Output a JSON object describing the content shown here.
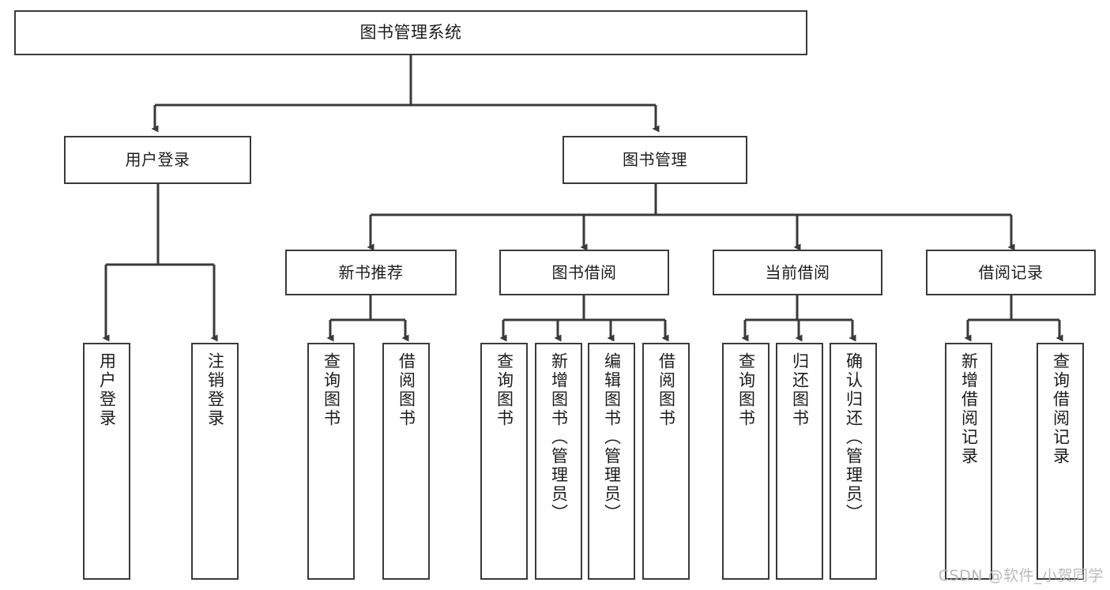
{
  "diagram": {
    "title": "图书管理系统",
    "type": "hierarchy-tree",
    "watermark": "CSDN @软件_小贺同学",
    "colors": {
      "background": "#ffffff",
      "box_border": "#3a3a3a",
      "edge": "#3a3a3a",
      "text": "#1c1c1c",
      "watermark": "#b9b9b9"
    },
    "levels": [
      {
        "level": 0,
        "nodes": [
          {
            "id": "root",
            "label": "图书管理系统"
          }
        ]
      },
      {
        "level": 1,
        "nodes": [
          {
            "id": "login",
            "label": "用户登录",
            "parent": "root"
          },
          {
            "id": "bookmgmt",
            "label": "图书管理",
            "parent": "root"
          }
        ]
      },
      {
        "level": 2,
        "nodes": [
          {
            "id": "newbook",
            "label": "新书推荐",
            "parent": "bookmgmt"
          },
          {
            "id": "borrow",
            "label": "图书借阅",
            "parent": "bookmgmt"
          },
          {
            "id": "current",
            "label": "当前借阅",
            "parent": "bookmgmt"
          },
          {
            "id": "record",
            "label": "借阅记录",
            "parent": "bookmgmt"
          }
        ]
      },
      {
        "level": 3,
        "nodes": [
          {
            "id": "leaf-1",
            "label": "用户登录",
            "parent": "login"
          },
          {
            "id": "leaf-2",
            "label": "注销登录",
            "parent": "login"
          },
          {
            "id": "leaf-3",
            "label": "查询图书",
            "parent": "newbook"
          },
          {
            "id": "leaf-4",
            "label": "借阅图书",
            "parent": "newbook"
          },
          {
            "id": "leaf-5",
            "label": "查询图书",
            "parent": "borrow"
          },
          {
            "id": "leaf-6",
            "label": "新增图书（管理员）",
            "parent": "borrow"
          },
          {
            "id": "leaf-7",
            "label": "编辑图书（管理员）",
            "parent": "borrow"
          },
          {
            "id": "leaf-8",
            "label": "借阅图书",
            "parent": "borrow"
          },
          {
            "id": "leaf-9",
            "label": "查询图书",
            "parent": "current"
          },
          {
            "id": "leaf-10",
            "label": "归还图书",
            "parent": "current"
          },
          {
            "id": "leaf-11",
            "label": "确认归还（管理员）",
            "parent": "current"
          },
          {
            "id": "leaf-12",
            "label": "新增借阅记录",
            "parent": "record"
          },
          {
            "id": "leaf-13",
            "label": "查询借阅记录",
            "parent": "record"
          }
        ]
      }
    ]
  }
}
